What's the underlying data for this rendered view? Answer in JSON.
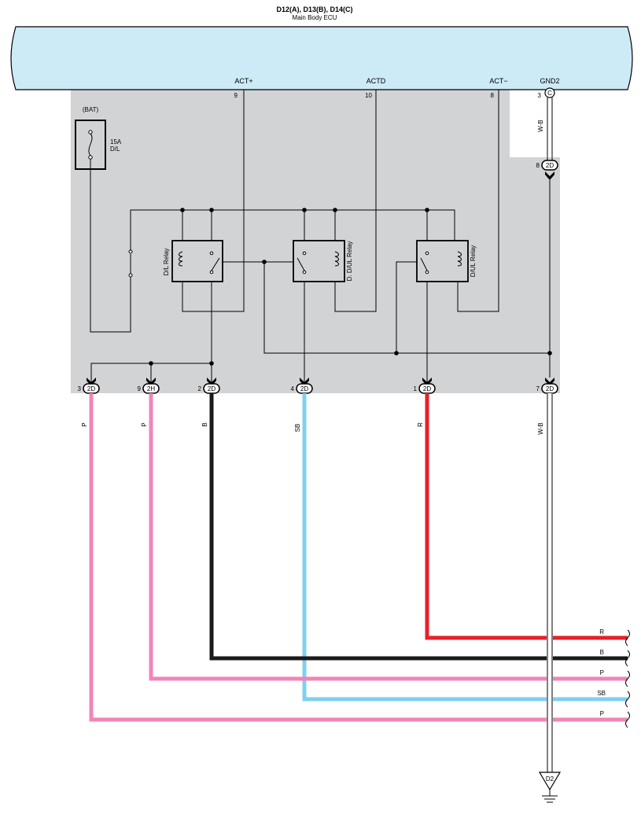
{
  "ecu": {
    "connector_title": "D12(A), D13(B), D14(C)",
    "name": "Main Body ECU",
    "pins": {
      "act_plus": {
        "label": "ACT+",
        "pin": "9"
      },
      "actd": {
        "label": "ACTD",
        "pin": "10"
      },
      "act_minus": {
        "label": "ACT−",
        "pin": "8"
      },
      "gnd2": {
        "label": "GND2",
        "pin": "3",
        "connector": "C"
      }
    }
  },
  "fuse": {
    "source": "(BAT)",
    "rating": "15A",
    "name": "D/L"
  },
  "relays": {
    "dl": "D/L Relay",
    "ddul": "D. D/UL Relay",
    "dul": "D/UL Relay"
  },
  "connectors": {
    "top_gnd": {
      "pin": "8",
      "code": "2D"
    },
    "bottom": [
      {
        "pin": "3",
        "code": "2D"
      },
      {
        "pin": "9",
        "code": "2H"
      },
      {
        "pin": "2",
        "code": "2D"
      },
      {
        "pin": "4",
        "code": "2D"
      },
      {
        "pin": "1",
        "code": "2D"
      },
      {
        "pin": "7",
        "code": "2D"
      }
    ]
  },
  "wires": {
    "w1": {
      "label": "P",
      "color": "#f085b8"
    },
    "w2": {
      "label": "P",
      "color": "#f085b8"
    },
    "w3": {
      "label": "B",
      "color": "#1a1a1a"
    },
    "w4": {
      "label": "SB",
      "color": "#7fd0ef"
    },
    "w5": {
      "label": "R",
      "color": "#e8202a"
    },
    "gnd_top": {
      "label": "W-B"
    },
    "gnd_bottom": {
      "label": "W-B"
    }
  },
  "right_labels": [
    "R",
    "B",
    "P",
    "SB",
    "P"
  ],
  "ground": {
    "label": "D2"
  },
  "colors": {
    "ecu_fill": "#cdeaf7",
    "junction_block": "#d2d3d5",
    "pink": "#f085b8",
    "black": "#1a1a1a",
    "sky_blue": "#7fd0ef",
    "red": "#e8202a"
  }
}
